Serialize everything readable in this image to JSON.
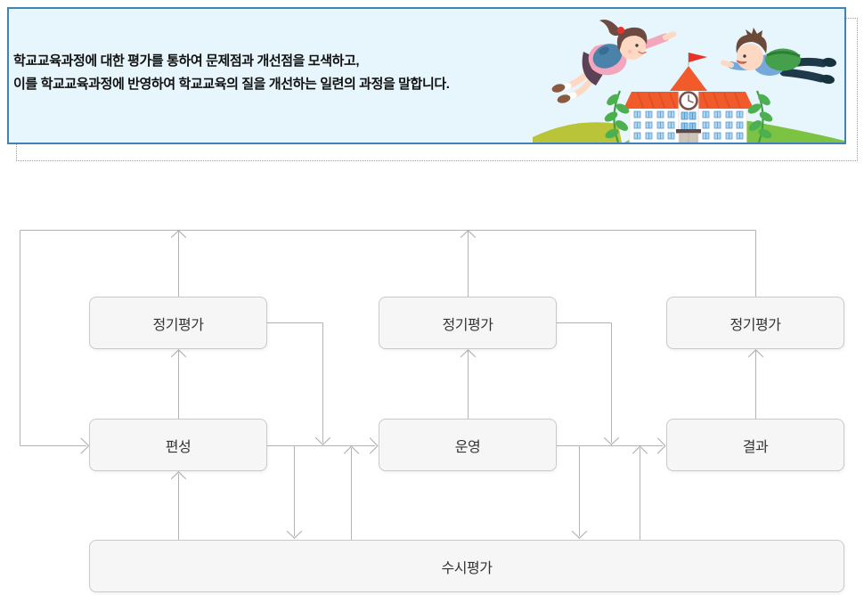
{
  "banner": {
    "text_lines": [
      "학교교육과정에 대한 평가를 통하여 문제점과 개선점을 모색하고,",
      "이를 학교교육과정에 반영하여 학교교육의 질을 개선하는 일련의 과정을 말합니다."
    ],
    "colors": {
      "background": "#e7f5fc",
      "border": "#4183b8"
    },
    "illustration": {
      "name": "children-flying-to-school",
      "elements": [
        "flying-girl",
        "flying-boy",
        "school-building",
        "red-flag",
        "clock",
        "leaf-branches",
        "green-hills"
      ]
    }
  },
  "diagram": {
    "periodic_evals": [
      {
        "label": "정기평가"
      },
      {
        "label": "정기평가"
      },
      {
        "label": "정기평가"
      }
    ],
    "stages": [
      {
        "label": "편성"
      },
      {
        "label": "운영"
      },
      {
        "label": "결과"
      }
    ],
    "ongoing_eval": {
      "label": "수시평가"
    },
    "node_style": {
      "fill": "#f6f6f6",
      "border": "#cccccc",
      "text_color": "#333333"
    },
    "line_color": "#b3b3b3",
    "edges": [
      {
        "from": "편성",
        "to": "정기평가(1)"
      },
      {
        "from": "운영",
        "to": "정기평가(2)"
      },
      {
        "from": "결과",
        "to": "정기평가(3)"
      },
      {
        "from": "정기평가(1)",
        "to": "상단 피드백선"
      },
      {
        "from": "정기평가(2)",
        "to": "상단 피드백선"
      },
      {
        "from": "정기평가(3)",
        "to": "상단 피드백선"
      },
      {
        "from": "상단 피드백선",
        "to": "편성"
      },
      {
        "from": "편성",
        "to": "운영"
      },
      {
        "from": "정기평가(1)",
        "to": "편성-운영 연결점"
      },
      {
        "from": "운영",
        "to": "결과"
      },
      {
        "from": "정기평가(2)",
        "to": "운영-결과 연결점"
      },
      {
        "from": "편성-운영 연결점",
        "to": "수시평가"
      },
      {
        "from": "수시평가",
        "to": "편성-운영 연결점"
      },
      {
        "from": "운영-결과 연결점",
        "to": "수시평가"
      },
      {
        "from": "수시평가",
        "to": "운영-결과 연결점"
      },
      {
        "from": "수시평가",
        "to": "편성"
      }
    ]
  }
}
